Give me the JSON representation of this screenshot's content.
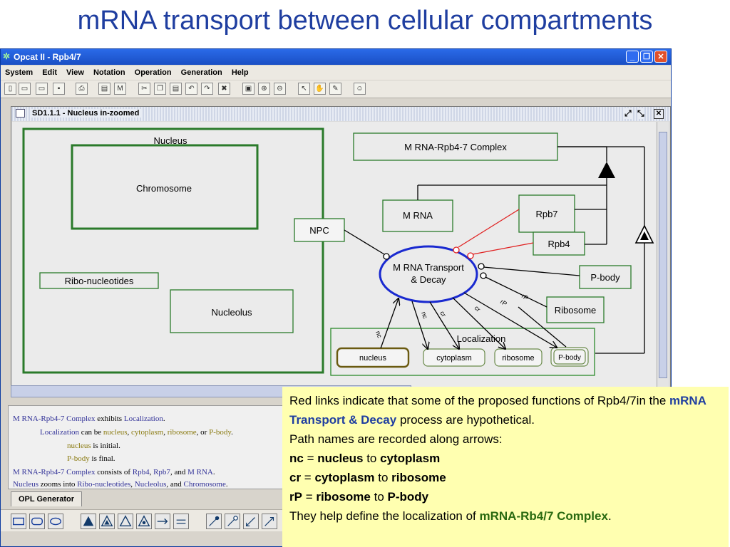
{
  "slide_title": "mRNA transport between cellular compartments",
  "window": {
    "title": "Opcat II - Rpb4/7",
    "menu": [
      "System",
      "Edit",
      "View",
      "Notation",
      "Operation",
      "Generation",
      "Help"
    ]
  },
  "diagram_window": {
    "title": "SD1.1.1 - Nucleus in-zoomed"
  },
  "diagram": {
    "nucleus": "Nucleus",
    "chromosome": "Chromosome",
    "ribo_nucleotides": "Ribo-nucleotides",
    "nucleolus": "Nucleolus",
    "npc": "NPC",
    "complex": "M RNA-Rpb4-7 Complex",
    "mrna": "M RNA",
    "rpb7": "Rpb7",
    "rpb4": "Rpb4",
    "process": [
      "M RNA Transport",
      "& Decay"
    ],
    "pbody": "P-body",
    "ribosome": "Ribosome",
    "localization": "Localization",
    "states": [
      "nucleus",
      "cytoplasm",
      "ribosome",
      "P-body"
    ],
    "path_labels": [
      "nc",
      "nc",
      "cr",
      "cr",
      "rP",
      "rP"
    ]
  },
  "opl": {
    "tab": "OPL Generator",
    "l1": [
      "M RNA-Rpb4-7 Complex",
      " exhibits ",
      "Localization",
      "."
    ],
    "l2": [
      "Localization",
      " can be ",
      "nucleus",
      ", ",
      "cytoplasm",
      ", ",
      "ribosome",
      ", or ",
      "P-body",
      "."
    ],
    "l3": [
      "nucleus",
      " is initial."
    ],
    "l4": [
      "P-body",
      " is final."
    ],
    "l5": [
      "M RNA-Rpb4-7 Complex",
      " consists of ",
      "Rpb4",
      ", ",
      "Rpb7",
      ", and ",
      "M RNA",
      "."
    ],
    "l6": [
      "Nucleus",
      " zooms into ",
      "Ribo-nucleotides",
      ", ",
      "Nucleolus",
      ", and ",
      "Chromosome",
      "."
    ]
  },
  "note": {
    "p1a": "Red links indicate that some of the proposed functions of Rpb4/7in the ",
    "p1b": "mRNA Transport & Decay",
    "p1c": " process are hypothetical.",
    "p2": "Path names are recorded along arrows:",
    "nc_k": "nc",
    "eq": " = ",
    "to": " to ",
    "nc_a": "nucleus",
    "nc_b": "cytoplasm",
    "cr_k": "cr",
    "cr_a": "cytoplasm",
    "cr_b": "ribosome",
    "rp_k": "rP",
    "rp_a": "ribosome",
    "rp_b": "P-body",
    "p3a": "They help define the localization of ",
    "p3b": "mRNA-Rb4/7 Complex",
    "p3c": "."
  },
  "colors": {
    "accent": "#1f3ea0",
    "object_border": "#2a8a2a",
    "process_border": "#1a2ad0",
    "link_red": "#e02020",
    "note_bg": "#ffffb0"
  }
}
